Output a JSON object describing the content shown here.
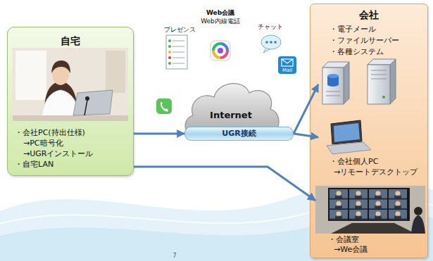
{
  "diagram": {
    "nodes": [
      {
        "text": [
          "自宅",
          "・会社PC(持出仕様)",
          "→PC暗号化",
          "→UGRインストール",
          "・自宅LAN"
        ]
      },
      {
        "text": [
          "Internet"
        ]
      },
      {
        "text": [
          "UGR接続"
        ]
      },
      {
        "text": [
          "会社"
        ]
      },
      {
        "text": [
          "・電子メール",
          "・ファイルサーバー",
          "・各種システム"
        ],
        "in": 3
      },
      {
        "text": [
          "・会社個人PC",
          "→リモートデスクトップ"
        ],
        "in": 3
      },
      {
        "text": [
          "・会議室",
          "→We会議"
        ],
        "in": 3
      }
    ],
    "edges": [
      {
        "from": 0,
        "to": 2,
        "arrow": "to"
      },
      {
        "from": 2,
        "to": 4,
        "arrow": "to"
      },
      {
        "from": 2,
        "to": 5,
        "arrow": "to"
      },
      {
        "from": 0,
        "to": 6,
        "arrow": "to"
      }
    ],
    "labels": [
      "プレゼンス",
      "Web会議",
      "Web内線電話",
      "チャット",
      "Mail",
      "7"
    ]
  }
}
